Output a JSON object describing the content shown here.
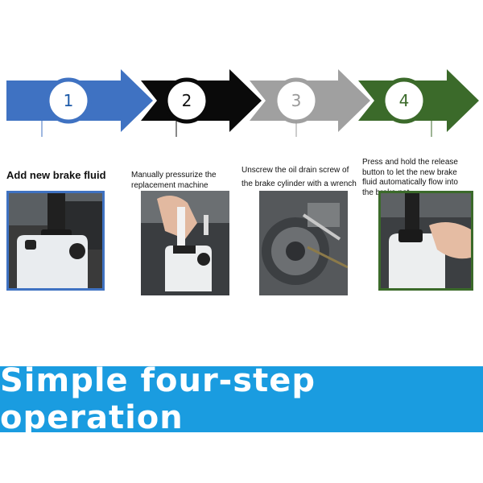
{
  "steps": [
    {
      "number": "1",
      "color": "#3f72c2",
      "caption": "Add new brake fluid"
    },
    {
      "number": "2",
      "color": "#0a0a0a",
      "caption": "Manually pressurize the replacement machine"
    },
    {
      "number": "3",
      "color": "#a0a0a0",
      "caption": "Unscrew the oil drain screw of the brake cylinder with a wrench"
    },
    {
      "number": "4",
      "color": "#3b6a2a",
      "caption": "Press and hold the release button to let the new brake fluid automatically flow into the brake pot"
    }
  ],
  "banner": {
    "text": "Simple four-step operation",
    "color": "#1a9ce0"
  }
}
